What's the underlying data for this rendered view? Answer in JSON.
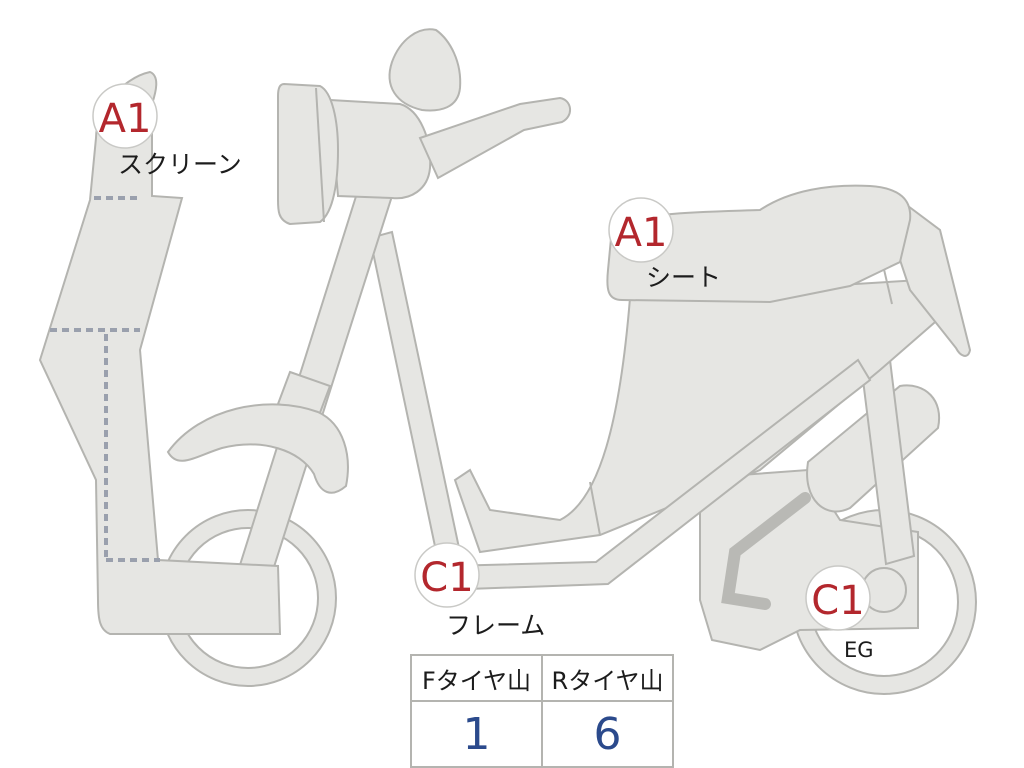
{
  "parts": {
    "screen": {
      "grade": "A1",
      "label": "スクリーン"
    },
    "seat": {
      "grade": "A1",
      "label": "シート"
    },
    "frame": {
      "grade": "C1",
      "label": "フレーム"
    },
    "engine": {
      "grade": "C1",
      "label": "EG"
    }
  },
  "tire_table": {
    "headers": [
      "Fタイヤ山",
      "Rタイヤ山"
    ],
    "values": [
      "1",
      "6"
    ]
  },
  "colors": {
    "grade_text": "#b3272d",
    "tire_value": "#2b4a8c",
    "body_fill": "#e6e6e3",
    "outline": "#b4b4b0"
  }
}
